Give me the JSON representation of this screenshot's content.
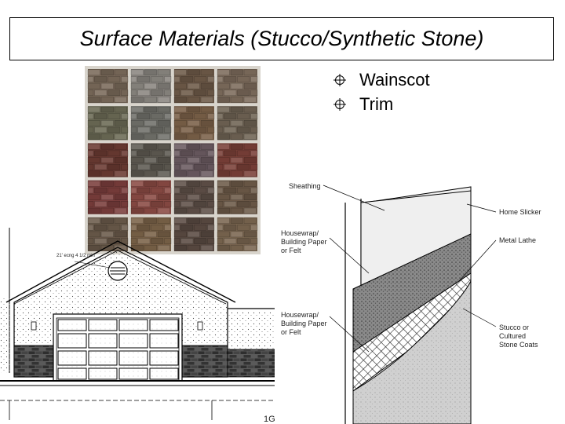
{
  "slide": {
    "title": "Surface Materials (Stucco/Synthetic Stone)",
    "bullets": [
      "Wainscot",
      "Trim"
    ],
    "bullet_icon": "crosshair-bullet-icon"
  },
  "swatches": {
    "rows": 5,
    "cols": 4,
    "colors": [
      [
        "#7a6a5a",
        "#8a8680",
        "#6e5a48",
        "#7d6c5c"
      ],
      [
        "#6b6a55",
        "#70706a",
        "#7a6048",
        "#6f6354"
      ],
      [
        "#6a3a32",
        "#5e5a52",
        "#6a5a60",
        "#7a4038"
      ],
      [
        "#7a3e3c",
        "#8a4a44",
        "#5f5048",
        "#6d5a48"
      ],
      [
        "#6a5a4a",
        "#7a6248",
        "#5a4a42",
        "#7a6650"
      ]
    ]
  },
  "elevation": {
    "note": "21' ecng\n4 1/2 min",
    "corner_text": "1G"
  },
  "wall_section": {
    "labels": {
      "sheathing": "Sheathing",
      "housewrap_top": [
        "Housewrap/",
        "Building Paper",
        "or Felt"
      ],
      "housewrap_bottom": [
        "Housewrap/",
        "Building Paper",
        "or Felt"
      ],
      "home_slicker": "Home Slicker",
      "metal_lathe": "Metal Lathe",
      "stucco": [
        "Stucco or",
        "Cultured",
        "Stone Coats"
      ]
    }
  }
}
